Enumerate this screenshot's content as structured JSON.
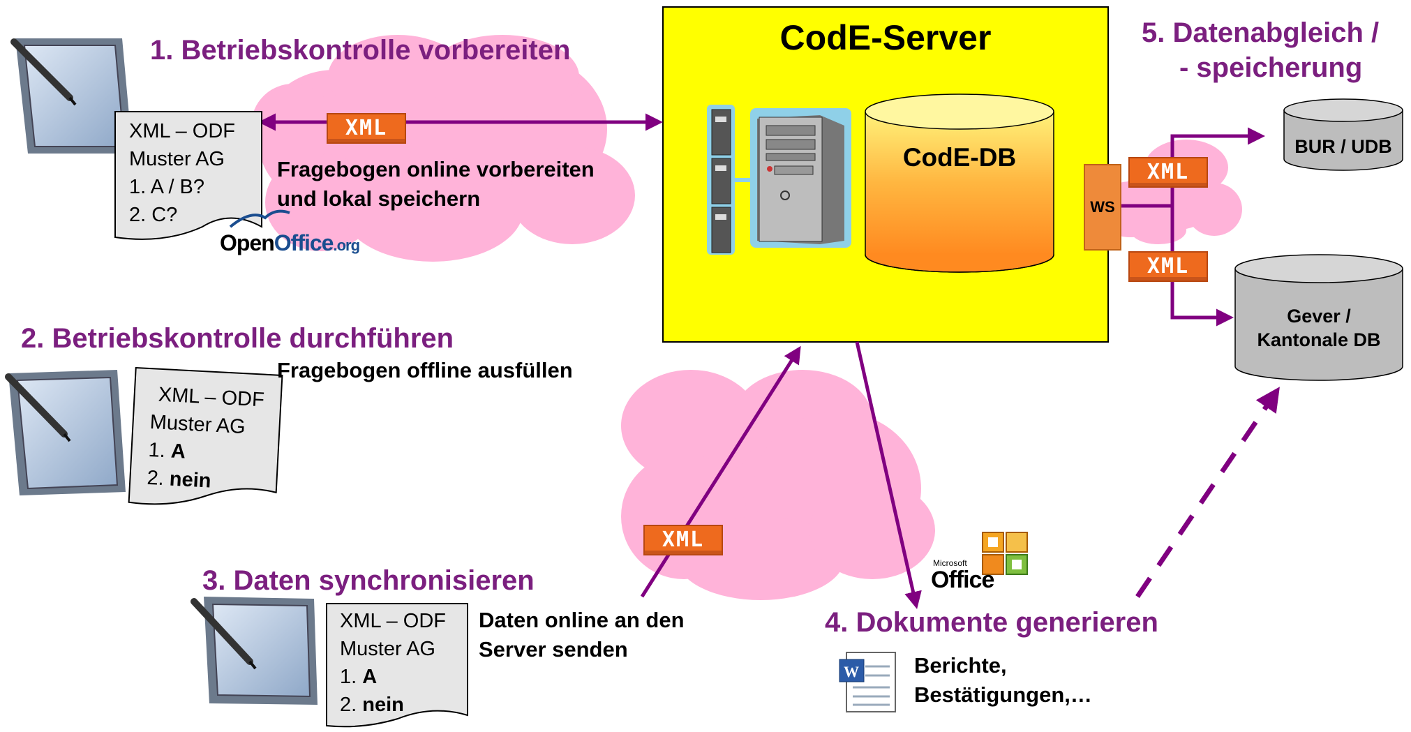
{
  "server": {
    "title": "CodE-Server",
    "db_label": "CodE-DB",
    "ws_label": "WS"
  },
  "steps": {
    "step1": "1. Betriebskontrolle vorbereiten",
    "step2": "2. Betriebskontrolle durchführen",
    "step3": "3. Daten synchronisieren",
    "step4": "4. Dokumente generieren",
    "step5_line1": "5. Datenabgleich /",
    "step5_line2": "- speicherung"
  },
  "notes": {
    "note1_line1": "Fragebogen online vorbereiten",
    "note1_line2": "und lokal speichern",
    "note2": "Fragebogen offline ausfüllen",
    "note3_line1": "Daten online an den",
    "note3_line2": "Server senden",
    "note4_line1": "Berichte,",
    "note4_line2": "Bestätigungen,…"
  },
  "documents": {
    "doc1": {
      "line1": "XML – ODF",
      "line2": "Muster AG",
      "line3": "1. A / B?",
      "line4": "2. C?"
    },
    "doc2": {
      "line1": "XML – ODF",
      "line2": "Muster AG",
      "q1_num": "1.",
      "q1_ans": "A",
      "q2_num": "2.",
      "q2_ans": "nein"
    },
    "doc3": {
      "line1": "XML – ODF",
      "line2": "Muster AG",
      "q1_num": "1.",
      "q1_ans": "A",
      "q2_num": "2.",
      "q2_ans": "nein"
    }
  },
  "badges": {
    "xml": "XML"
  },
  "databases": {
    "bur": "BUR / UDB",
    "gever_line1": "Gever /",
    "gever_line2": "Kantonale DB"
  },
  "logos": {
    "openoffice_a": "Open",
    "openoffice_b": "Office",
    "openoffice_c": ".org",
    "ms_small": "Microsoft",
    "ms_office": "Office"
  },
  "colors": {
    "arrow": "#800080",
    "step_text": "#7B1F7F",
    "server_fill": "#FFFF00",
    "cloud": "#FFB3D9",
    "xml_badge": "#EE6A1E",
    "db_gray": "#BDBDBD"
  }
}
